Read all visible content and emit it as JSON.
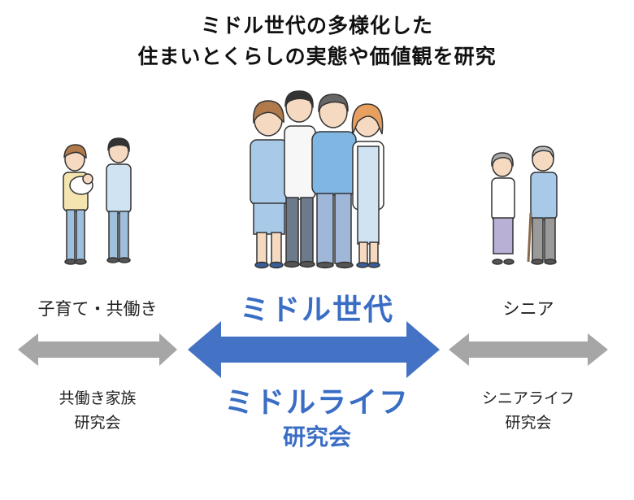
{
  "title": {
    "line1": "ミドル世代の多様化した",
    "line2": "住まいとくらしの実態や価値観を研究"
  },
  "left": {
    "label": "子育て・共働き",
    "lab_line1": "共働き家族",
    "lab_line2": "研究会"
  },
  "center": {
    "label": "ミドル世代",
    "lab_line1": "ミドルライフ",
    "lab_line2": "研究会"
  },
  "right": {
    "label": "シニア",
    "lab_line1": "シニアライフ",
    "lab_line2": "研究会"
  },
  "colors": {
    "center_arrow": "#4472c4",
    "side_arrow": "#a6a6a6",
    "accent_text": "#3a6dc4"
  },
  "icons": [
    "couple-with-baby-illustration",
    "family-of-four-illustration",
    "senior-couple-illustration"
  ]
}
